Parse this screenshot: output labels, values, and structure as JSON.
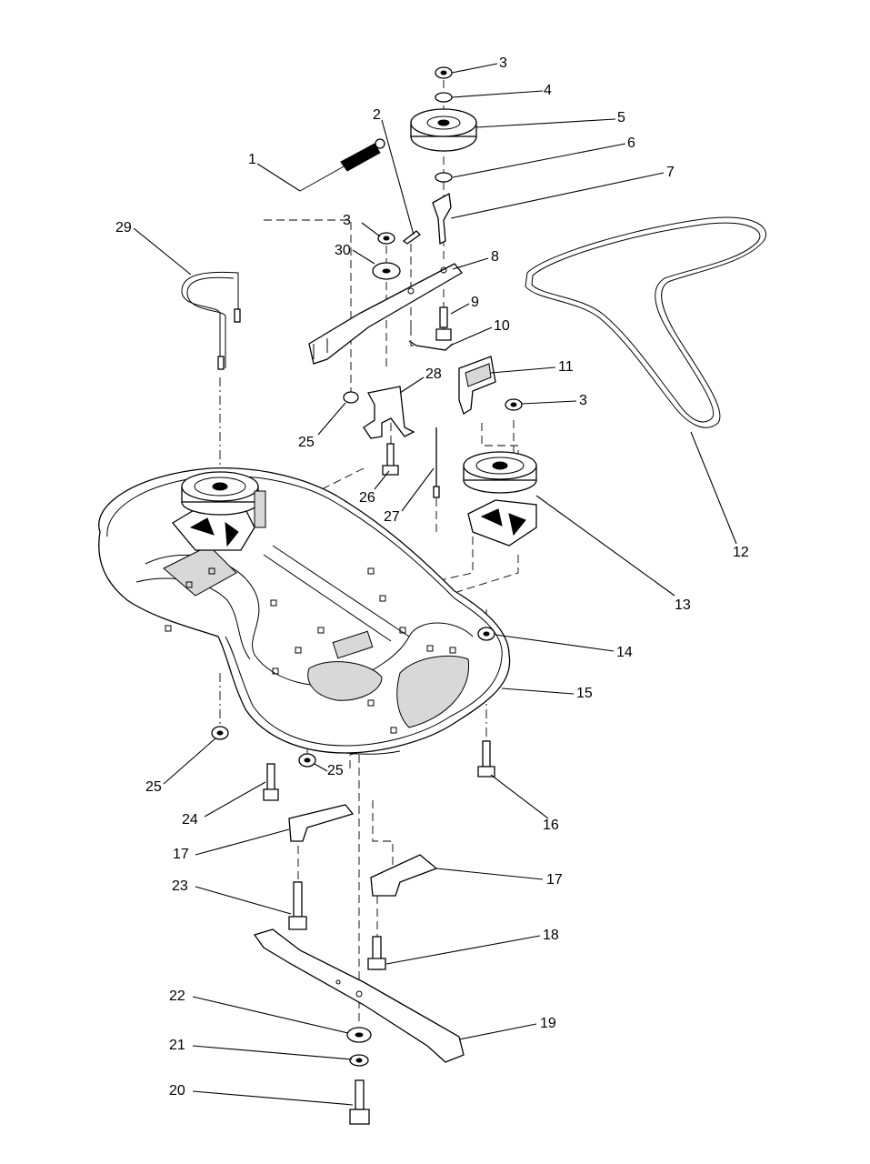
{
  "diagram": {
    "callouts": [
      {
        "id": "c1",
        "label": "1"
      },
      {
        "id": "c2",
        "label": "2"
      },
      {
        "id": "c3a",
        "label": "3"
      },
      {
        "id": "c3b",
        "label": "3"
      },
      {
        "id": "c3c",
        "label": "3"
      },
      {
        "id": "c4",
        "label": "4"
      },
      {
        "id": "c5",
        "label": "5"
      },
      {
        "id": "c6",
        "label": "6"
      },
      {
        "id": "c7",
        "label": "7"
      },
      {
        "id": "c8",
        "label": "8"
      },
      {
        "id": "c9",
        "label": "9"
      },
      {
        "id": "c10",
        "label": "10"
      },
      {
        "id": "c11",
        "label": "11"
      },
      {
        "id": "c12",
        "label": "12"
      },
      {
        "id": "c13",
        "label": "13"
      },
      {
        "id": "c14",
        "label": "14"
      },
      {
        "id": "c15",
        "label": "15"
      },
      {
        "id": "c16",
        "label": "16"
      },
      {
        "id": "c17a",
        "label": "17"
      },
      {
        "id": "c17b",
        "label": "17"
      },
      {
        "id": "c18",
        "label": "18"
      },
      {
        "id": "c19",
        "label": "19"
      },
      {
        "id": "c20",
        "label": "20"
      },
      {
        "id": "c21",
        "label": "21"
      },
      {
        "id": "c22",
        "label": "22"
      },
      {
        "id": "c23",
        "label": "23"
      },
      {
        "id": "c24",
        "label": "24"
      },
      {
        "id": "c25a",
        "label": "25"
      },
      {
        "id": "c25b",
        "label": "25"
      },
      {
        "id": "c25c",
        "label": "25"
      },
      {
        "id": "c26",
        "label": "26"
      },
      {
        "id": "c27",
        "label": "27"
      },
      {
        "id": "c28",
        "label": "28"
      },
      {
        "id": "c29",
        "label": "29"
      },
      {
        "id": "c30",
        "label": "30"
      }
    ]
  }
}
